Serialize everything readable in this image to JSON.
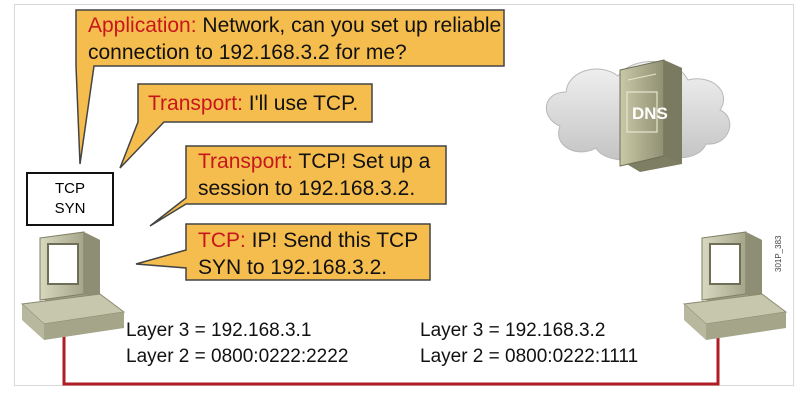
{
  "bubbles": [
    {
      "prefix": "Application:",
      "lines": [
        " Network, can you set up reliable",
        "connection to 192.168.3.2 for me?"
      ]
    },
    {
      "prefix": "Transport:",
      "lines": [
        " I'll use TCP."
      ]
    },
    {
      "prefix": "Transport:",
      "lines": [
        " TCP! Set up a",
        "session to 192.168.3.2."
      ]
    },
    {
      "prefix": "TCP:",
      "lines": [
        " IP! Send this TCP",
        "SYN to 192.168.3.2."
      ]
    }
  ],
  "packet": {
    "line1": "TCP",
    "line2": "SYN"
  },
  "dns": {
    "label": "DNS"
  },
  "hosts": {
    "left": {
      "layer3": "Layer 3 = 192.168.3.1",
      "layer2": "Layer 2 = 0800:0222:2222"
    },
    "right": {
      "layer3": "Layer 3 = 192.168.3.2",
      "layer2": "Layer 2 = 0800:0222:1111"
    }
  },
  "figure_id": "301P_383",
  "colors": {
    "bubble_fill": "#f4bd4e",
    "bubble_border": "#444444",
    "highlight": "#c8161d",
    "cable": "#b01e23"
  }
}
